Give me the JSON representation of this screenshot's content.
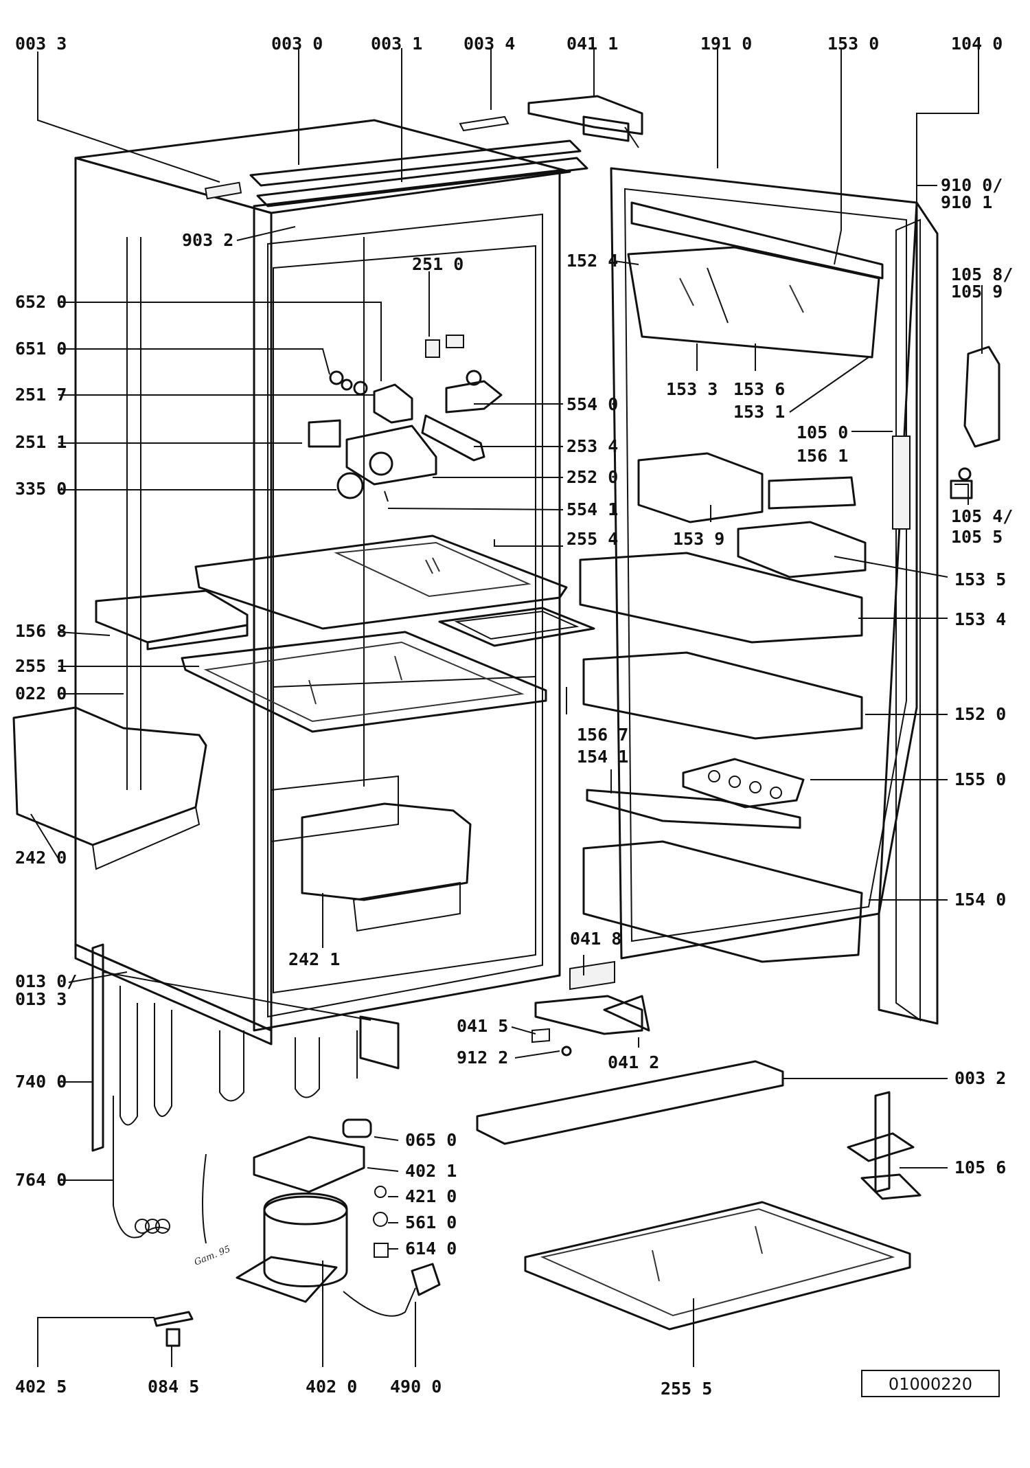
{
  "catalog_number": "01000220",
  "artist_signature": "Gam. 95",
  "labels": {
    "l_0033": "003 3",
    "l_0030": "003 0",
    "l_0031": "003 1",
    "l_0034": "003 4",
    "l_0411": "041 1",
    "l_1910": "191 0",
    "l_1530": "153 0",
    "l_1040": "104 0",
    "l_9032": "903 2",
    "l_9100": "910 0/",
    "l_9101": "910 1",
    "l_2510": "251 0",
    "l_1524": "152 4",
    "l_1058": "105 8/",
    "l_1059": "105 9",
    "l_6520": "652 0",
    "l_6510": "651 0",
    "l_2517": "251 7",
    "l_5540": "554 0",
    "l_1533": "153 3",
    "l_1536": "153 6",
    "l_1531": "153 1",
    "l_2511": "251 1",
    "l_2534": "253 4",
    "l_1050": "105 0",
    "l_1561": "156 1",
    "l_2520": "252 0",
    "l_3350": "335 0",
    "l_5541": "554 1",
    "l_1054": "105 4/",
    "l_1055": "105 5",
    "l_1539": "153 9",
    "l_2554": "255 4",
    "l_1535": "153 5",
    "l_1568": "156 8",
    "l_1534": "153 4",
    "l_2551": "255 1",
    "l_0220": "022 0",
    "l_1520": "152 0",
    "l_1567": "156 7",
    "l_1541": "154 1",
    "l_1550": "155 0",
    "l_2420": "242 0",
    "l_2421": "242 1",
    "l_1540": "154 0",
    "l_0418": "041 8",
    "l_0130": "013 0/",
    "l_0133": "013 3",
    "l_0415": "041 5",
    "l_9122": "912 2",
    "l_0412": "041 2",
    "l_7400": "740 0",
    "l_0032": "003 2",
    "l_0650": "065 0",
    "l_4021": "402 1",
    "l_1056": "105 6",
    "l_7640": "764 0",
    "l_4210": "421 0",
    "l_5610": "561 0",
    "l_6140": "614 0",
    "l_4025": "402 5",
    "l_0845": "084 5",
    "l_4020": "402 0",
    "l_4900": "490 0",
    "l_2555": "255 5"
  }
}
